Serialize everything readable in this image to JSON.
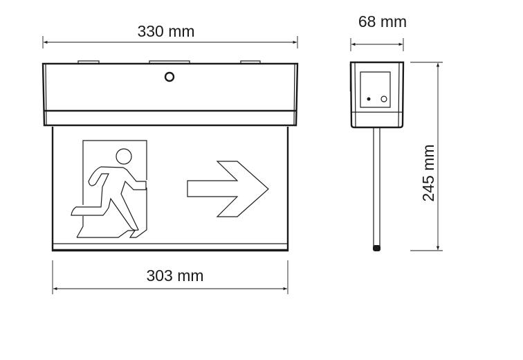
{
  "dimensions": {
    "housing_width": "330 mm",
    "depth": "68 mm",
    "panel_width": "303 mm",
    "height": "245 mm"
  }
}
